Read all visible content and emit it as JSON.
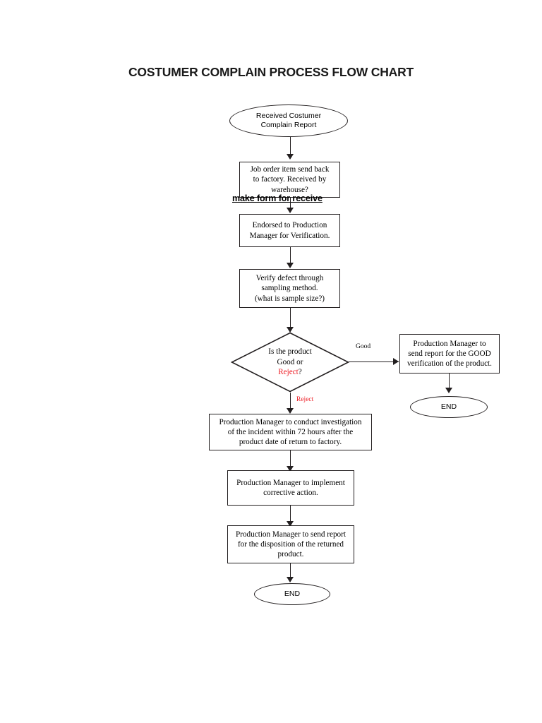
{
  "document": {
    "title": "COSTUMER COMPLAIN PROCESS FLOW CHART"
  },
  "colors": {
    "stroke": "#231f20",
    "background": "#ffffff",
    "text": "#000000",
    "accent_red": "#ed1c24"
  },
  "flowchart": {
    "type": "flowchart",
    "orientation": "top-to-bottom",
    "nodes": [
      {
        "id": "start",
        "shape": "terminator",
        "label": "Received Costumer\nComplain Report"
      },
      {
        "id": "job-order",
        "shape": "process",
        "label": "Job order item send back\nto factory. Received by\nwarehouse?"
      },
      {
        "id": "endorsed",
        "shape": "process",
        "label": "Endorsed to Production\nManager for Verification."
      },
      {
        "id": "verify",
        "shape": "process",
        "label": "Verify defect through\nsampling method.\n(what is sample size?)"
      },
      {
        "id": "decision",
        "shape": "decision",
        "label_line1": "Is the product",
        "label_line2": "Good or",
        "label_line3_red": "Reject",
        "label_line3_tail": "?"
      },
      {
        "id": "good-report",
        "shape": "process",
        "label": "Production Manager to\nsend report for the GOOD\nverification of the product."
      },
      {
        "id": "end-good",
        "shape": "terminator",
        "label": "END"
      },
      {
        "id": "investigation",
        "shape": "process",
        "label": "Production Manager to conduct investigation\nof the incident within 72 hours after the\nproduct date of return to factory."
      },
      {
        "id": "corrective",
        "shape": "process",
        "label": "Production Manager to implement\ncorrective action."
      },
      {
        "id": "disposition",
        "shape": "process",
        "label": "Production Manager to send report\nfor the disposition of the returned\nproduct."
      },
      {
        "id": "end-reject",
        "shape": "terminator",
        "label": "END"
      }
    ],
    "edge_labels": {
      "good": "Good",
      "reject": "Reject"
    },
    "annotations": [
      {
        "id": "make-form",
        "text": "make form for receive",
        "style": "bold-underline"
      }
    ]
  }
}
